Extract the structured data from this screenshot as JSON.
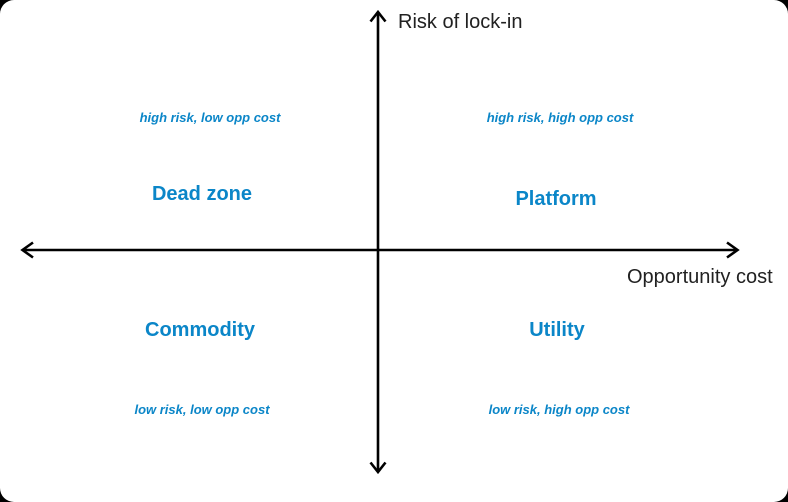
{
  "colors": {
    "accent": "#0b86c8",
    "axis": "#000000",
    "axis_label": "#212121",
    "canvas_bg": "#ffffff",
    "outer_bg": "#000000"
  },
  "axes": {
    "vertical_label": "Risk of lock-in",
    "horizontal_label": "Opportunity cost"
  },
  "quadrants": [
    {
      "position": "top-left",
      "title": "Dead zone",
      "note": "high risk, low opp cost"
    },
    {
      "position": "top-right",
      "title": "Platform",
      "note": "high risk, high opp cost"
    },
    {
      "position": "bottom-left",
      "title": "Commodity",
      "note": "low risk, low opp cost"
    },
    {
      "position": "bottom-right",
      "title": "Utility",
      "note": "low risk, high opp cost"
    }
  ]
}
